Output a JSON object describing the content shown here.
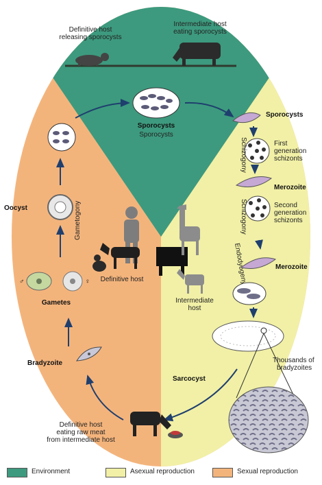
{
  "colors": {
    "environment": "#3d9a7e",
    "asexual": "#f1f0a6",
    "sexual": "#f3b47c",
    "arrow": "#1f3f6e",
    "animal": "#7d7d7d"
  },
  "top": {
    "definitive_releasing": "Definitive host\nreleasing sporocysts",
    "intermediate_eating": "Intermediate host\neating sporocysts",
    "sporocysts_bold": "Sporocysts",
    "sporocysts_sub": "Sporocysts"
  },
  "right": {
    "sporocysts": "Sporocysts",
    "first_gen": "First\ngeneration\nschizonts",
    "schizogony_1": "Schizogony",
    "merozoite_1": "Merozoite",
    "schizogony_2": "Schizogony",
    "second_gen": "Second\ngeneration\nschizonts",
    "endodyogeny": "Endodyogeny",
    "merozoite_2": "Merozoite",
    "intermediate_host": "Intermediate\nhost",
    "thousands": "Thousands of\nbradyzoites",
    "sarcocyst": "Sarcocyst"
  },
  "left": {
    "oocyst": "Oocyst",
    "gametogony": "Gametogony",
    "gametes": "Gametes",
    "male_symbol": "♂",
    "female_symbol": "♀",
    "bradyzoite": "Bradyzoite",
    "definitive_host": "Definitive host",
    "bottom_host": "Definitive host\neating raw meat\nfrom intermediate host"
  },
  "legend": [
    {
      "label": "Environment",
      "color": "#3d9a7e"
    },
    {
      "label": "Asexual reproduction",
      "color": "#f1f0a6"
    },
    {
      "label": "Sexual reproduction",
      "color": "#f3b47c"
    }
  ]
}
